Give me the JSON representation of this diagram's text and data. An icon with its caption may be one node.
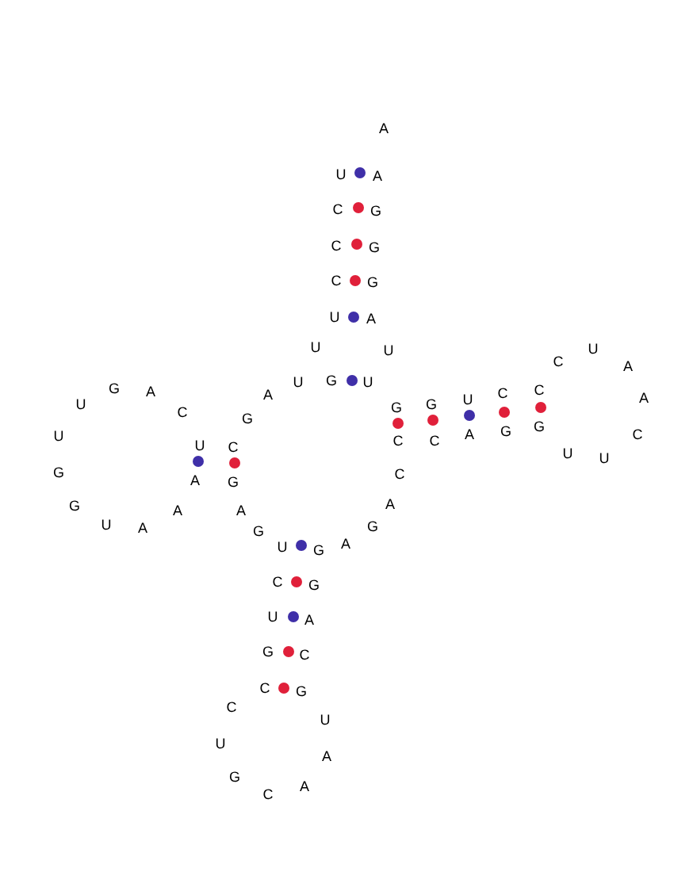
{
  "diagram": {
    "labels": [
      "A",
      "U",
      "A",
      "C",
      "G",
      "C",
      "G",
      "C",
      "G",
      "U",
      "A",
      "U",
      "U",
      "C",
      "U",
      "A",
      "G",
      "A",
      "A",
      "U",
      "G",
      "U",
      "C",
      "C",
      "U",
      "G",
      "G",
      "U",
      "A",
      "C",
      "G",
      "U",
      "C",
      "C",
      "A",
      "G",
      "G",
      "C",
      "U",
      "C",
      "U",
      "U",
      "G",
      "A",
      "G",
      "C",
      "G",
      "A",
      "A",
      "A",
      "U",
      "A",
      "G",
      "G",
      "U",
      "G",
      "A",
      "C",
      "G",
      "U",
      "A",
      "G",
      "C",
      "C",
      "G",
      "C",
      "U",
      "U",
      "A",
      "G",
      "A",
      "C"
    ]
  }
}
